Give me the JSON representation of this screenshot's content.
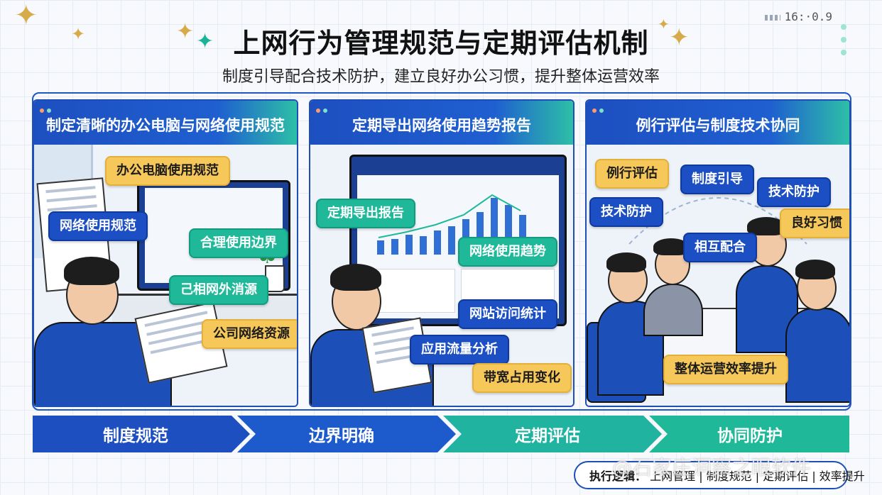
{
  "header": {
    "title": "上网行为管理规范与定期评估机制",
    "subtitle": "制度引导配合技术防护，建立良好办公习惯，提升整体运营效率",
    "clock": "16:·0.9"
  },
  "panels": [
    {
      "title": "制定清晰的办公电脑与网络使用规范",
      "tags": [
        "办公电脑使用规范",
        "网络使用规范",
        "合理使用边界",
        "己相网外消源",
        "公司网络资源"
      ]
    },
    {
      "title": "定期导出网络使用趋势报告",
      "tags": [
        "定期导出报告",
        "网络使用趋势",
        "网站访问统计",
        "应用流量分析",
        "带宽占用变化"
      ]
    },
    {
      "title": "例行评估与制度技术协同",
      "tags": [
        "例行评估",
        "制度引导",
        "技术防护",
        "技术防护",
        "良好习惯",
        "相互配合",
        "整体运营效率提升"
      ]
    }
  ],
  "steps": [
    "制度规范",
    "边界明确",
    "定期评估",
    "协同防护"
  ],
  "footer": {
    "label": "执行逻辑：",
    "text": "上网管理 | 制度规范 | 定期评估 | 效率提升"
  },
  "watermark": "@石家庄洞察之眼软件",
  "colors": {
    "primary": "#1d4fc0",
    "teal": "#1fb99a",
    "yellow": "#f6c85a"
  }
}
